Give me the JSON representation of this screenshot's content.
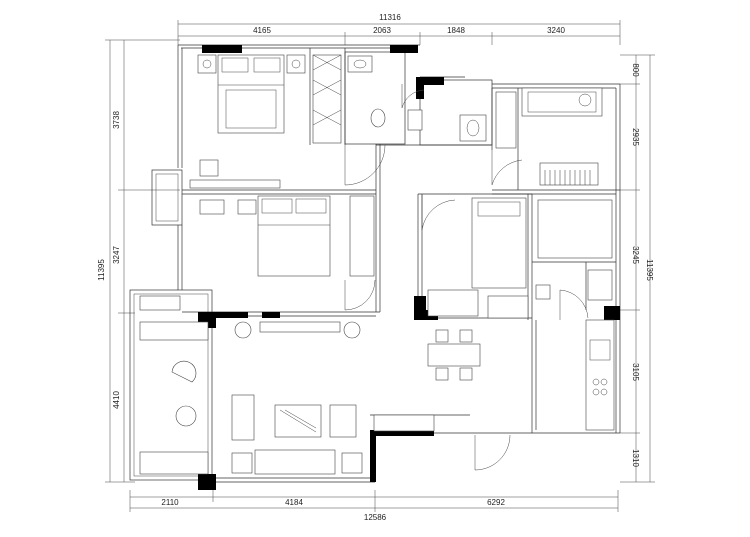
{
  "plan": {
    "dims_top_overall": "11316",
    "dims_top": [
      "4165",
      "2063",
      "1848",
      "3240"
    ],
    "dims_bottom_overall": "12586",
    "dims_bottom": [
      "2110",
      "4184",
      "6292"
    ],
    "dims_left_overall": "11395",
    "dims_left": [
      "3738",
      "3247",
      "4410"
    ],
    "dims_right_overall": "11395",
    "dims_right": [
      "800",
      "2935",
      "3245",
      "3105",
      "1310"
    ]
  }
}
